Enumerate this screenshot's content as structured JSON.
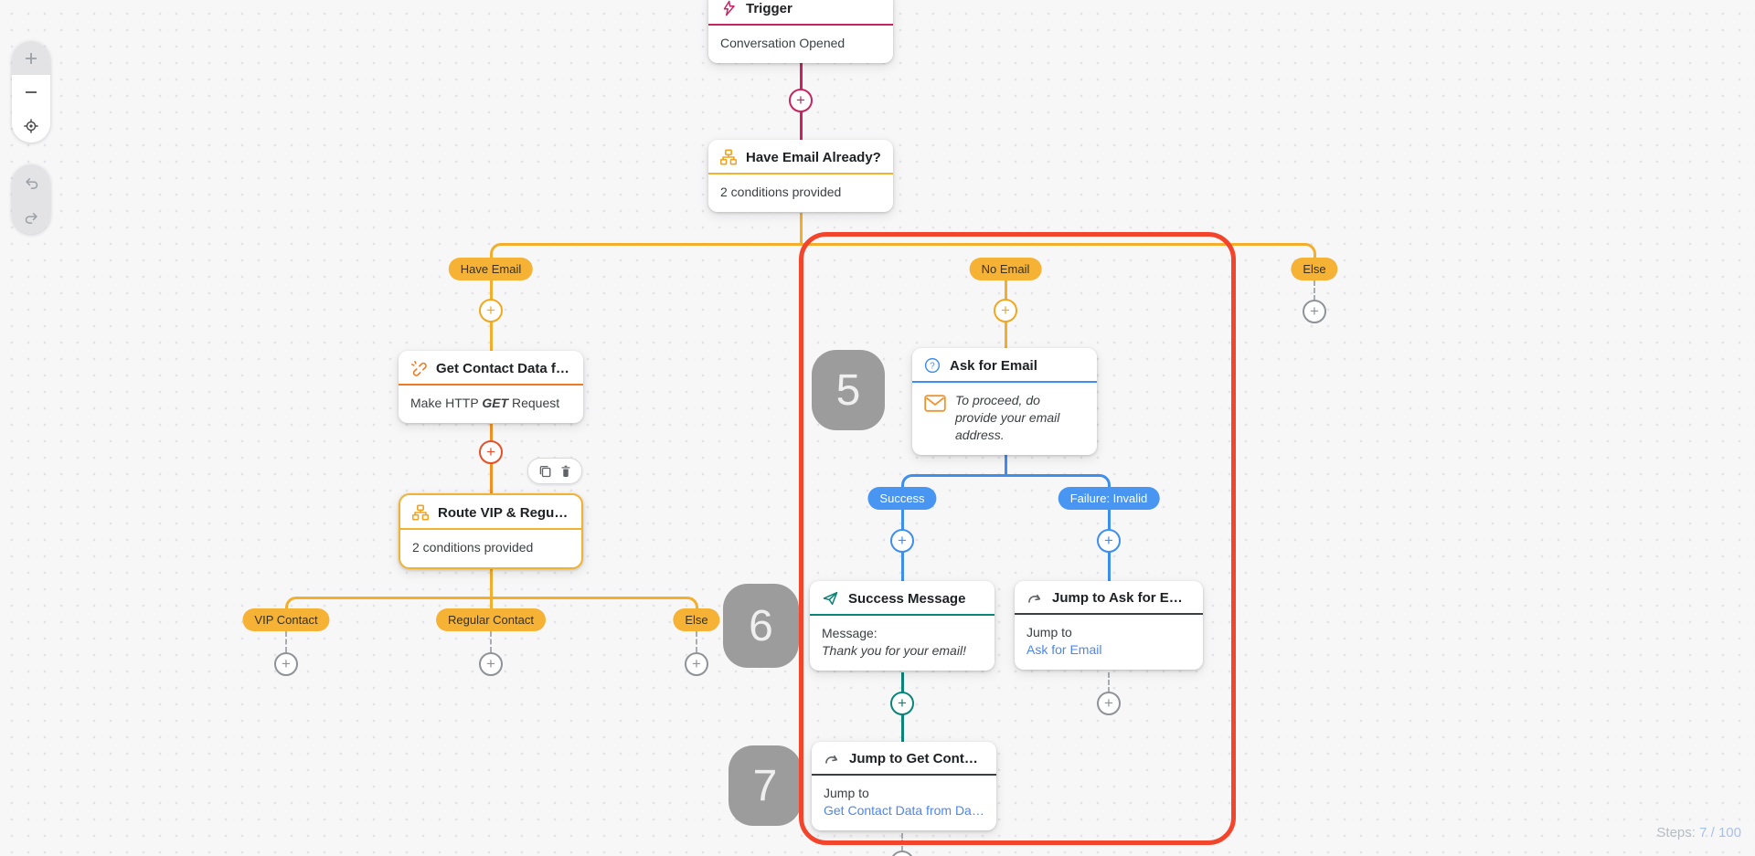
{
  "flow": {
    "trigger": {
      "title": "Trigger",
      "body": "Conversation Opened"
    },
    "condition1": {
      "title": "Have Email Already?",
      "body": "2 conditions provided"
    },
    "http": {
      "title": "Get Contact Data from D...",
      "body_pre": "Make HTTP ",
      "body_verb": "GET",
      "body_post": " Request"
    },
    "condition2": {
      "title": "Route VIP & Regular Co...",
      "body": "2 conditions provided"
    },
    "ask": {
      "title": "Ask for Email",
      "body": "To proceed, do provide your email address."
    },
    "success_message": {
      "title": "Success Message",
      "label": "Message:",
      "text": "Thank you for your email!"
    },
    "jump_ask": {
      "title": "Jump to Ask for Email",
      "label": "Jump to",
      "link": "Ask for Email"
    },
    "jump_get": {
      "title": "Jump to Get Contact Data",
      "label": "Jump to",
      "link": "Get Contact Data from Data ..."
    }
  },
  "branches": {
    "have_email": "Have Email",
    "no_email": "No Email",
    "else_top": "Else",
    "vip": "VIP Contact",
    "regular": "Regular Contact",
    "else_route": "Else",
    "success": "Success",
    "failure": "Failure: Invalid"
  },
  "badges": {
    "five": "5",
    "six": "6",
    "seven": "7"
  },
  "status": {
    "steps_label": "Steps:",
    "steps_value": "7 / 100"
  },
  "colors": {
    "trigger_pink": "#c62560",
    "amber": "#f3ae2b",
    "orange": "#ed7b23",
    "orange_red": "#e4502a",
    "blue": "#3e8ef0",
    "teal": "#0a8577",
    "selection_red": "#f3452c",
    "link_blue": "#4d86ee",
    "badge_gray": "#9c9c9c"
  }
}
